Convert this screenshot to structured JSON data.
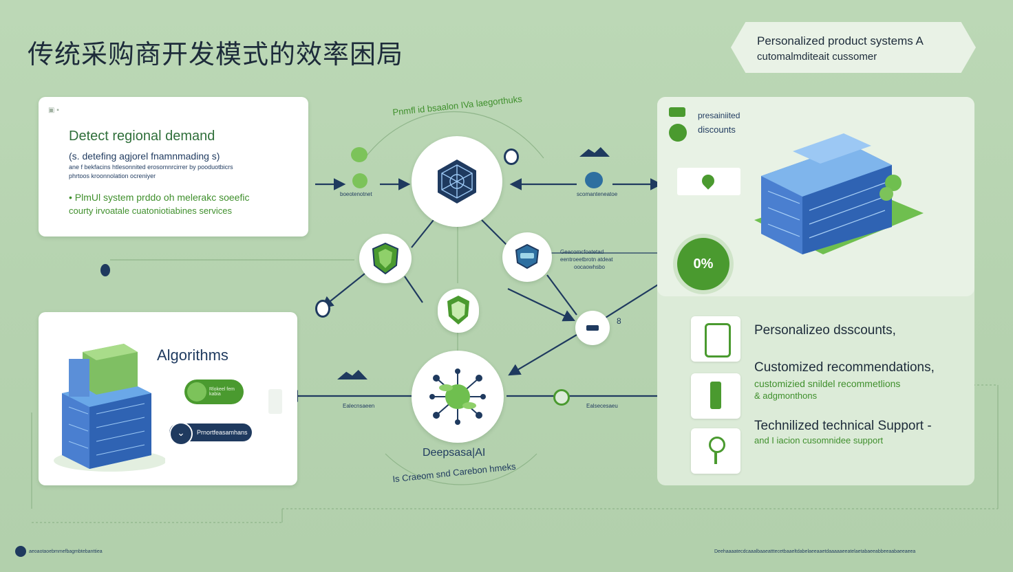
{
  "title": "传统采购商开发模式的效率困局",
  "tag": {
    "line1": "Personalized product systems A",
    "line2": "cutomalmditeait cussomer"
  },
  "card_top_left": {
    "heading": "Detect regional demand",
    "line1": "(s. detefing agjorel fnamnmading s)",
    "line2": "ane f bekfacins htlesonnited erosomnrcirrer by pooduotbicrs",
    "line3": "phrtoos kroonnolation ocreniyer",
    "line4": "• PlmUl system prddo oh melerakc soeefic",
    "line5": "courty irvoatale cuatoniotiabines services"
  },
  "card_bottom_left": {
    "heading": "Algorithms",
    "pill_green_text": "Rlokeel fem kabia",
    "pill_navy_text": "Prnortfeasamhans"
  },
  "diagram": {
    "curve_top": "Pnmfl id bsaalon IVa laegorthuks",
    "deep_label": "Deepsasa|AI",
    "curve_bottom": "Is Craeom snd Carebon hmeks",
    "mid_label_right": [
      "Geacomcfoatetad",
      "eentroeetbrotn atdeat",
      "oocaowhsbo"
    ],
    "small_left": "boeotenotnet",
    "small_right": "scomanteneatoe",
    "small_bottom_left": "Ealecnsaeen",
    "small_bottom_right": "Ealsecesaeu",
    "right_badge": "8"
  },
  "panel_right": {
    "text1": "presainiited",
    "text2": "discounts",
    "pct": "0%",
    "item1": "Personalizeo dsscounts,",
    "item2": "Customized recommendations,",
    "item2_sub1": "customizied snildel recommetlions",
    "item2_sub2": "& adgmonthons",
    "item3": "Technilized technical Support -",
    "item3_sub": "and I iacion cusomnidee support"
  },
  "footer": {
    "left": "aeoaotaoebmmefbagmbtebanttiea",
    "right": "Deehaaaatecdcaaalbaaeatttecetbaaeltdabelaeeaaetdaaaaaeeatelaetabaeeabbeeaabaeeaeea"
  },
  "colors": {
    "navy": "#1f3a5f",
    "green": "#4a9a2f",
    "bg": "#b9d6b3"
  }
}
